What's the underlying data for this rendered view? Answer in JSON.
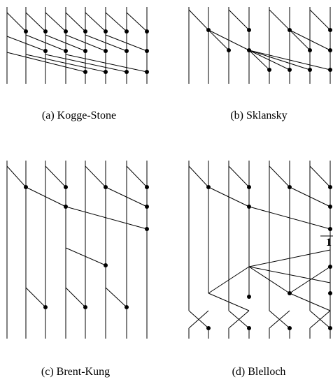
{
  "figure": {
    "panels": [
      {
        "id": "a",
        "caption": "(a)  Kogge-Stone"
      },
      {
        "id": "b",
        "caption": "(b)  Sklansky"
      },
      {
        "id": "c",
        "caption": "(c)  Brent-Kung"
      },
      {
        "id": "d",
        "caption": "(d)  Blelloch"
      }
    ],
    "blelloch_marker": "1"
  }
}
